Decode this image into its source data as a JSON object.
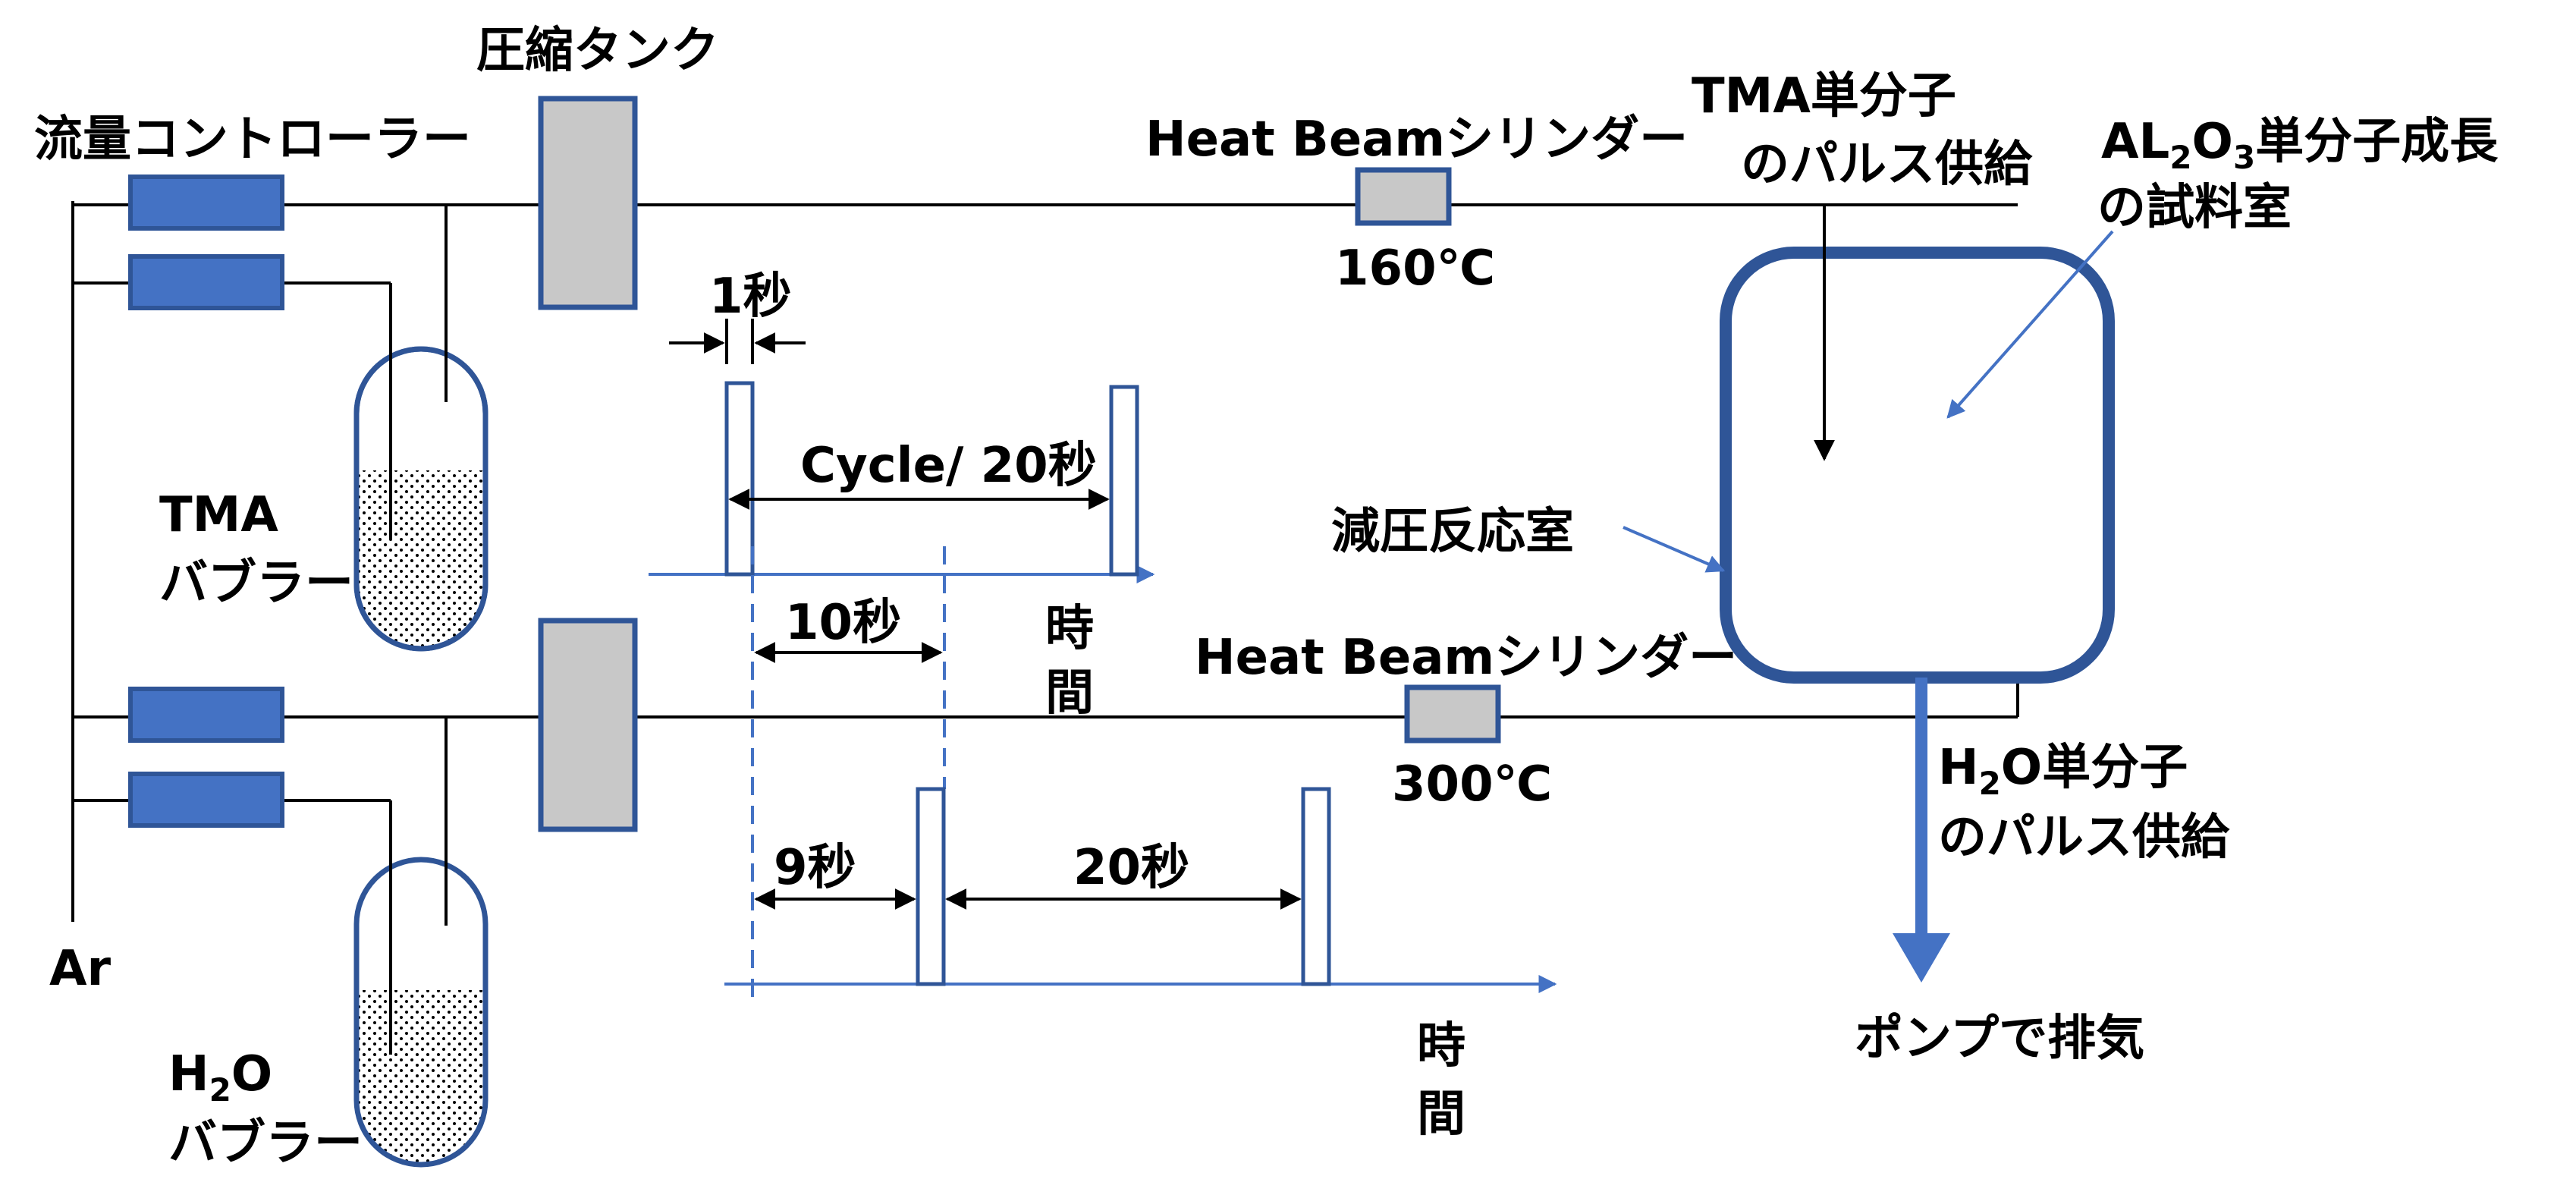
{
  "labels": {
    "flow_controller": "流量コントローラー",
    "compress_tank": "圧縮タンク",
    "heat_beam_top": "Heat Beamシリンダー",
    "heat_beam_bottom": "Heat Beamシリンダー",
    "temp_top": "160℃",
    "temp_bottom": "300℃",
    "tma_pulse_1": "TMA単分子",
    "tma_pulse_2": "のパルス供給",
    "al2o3_a": "AL",
    "al2o3_sub1": "2",
    "al2o3_b": "O",
    "al2o3_sub2": "3",
    "al2o3_c": "単分子成長",
    "al2o3_2": "の試料室",
    "reduced_chamber": "減圧反応室",
    "h2o_pulse_a": "H",
    "h2o_pulse_sub": "2",
    "h2o_pulse_b": "O単分子",
    "h2o_pulse_2": "のパルス供給",
    "pump": "ポンプで排気",
    "tma_bubbler_1": "TMA",
    "tma_bubbler_2": "バブラー",
    "h2o_bubbler_a": "H",
    "h2o_bubbler_sub": "2",
    "h2o_bubbler_b": "O",
    "h2o_bubbler_2": "バブラー",
    "ar": "Ar",
    "one_sec": "1秒",
    "cycle": "Cycle/ 20秒",
    "ten_sec": "10秒",
    "nine_sec": "9秒",
    "twenty_sec": "20秒",
    "time_top_1": "時",
    "time_top_2": "間",
    "time_bottom_1": "時",
    "time_bottom_2": "間"
  },
  "colors": {
    "controller_fill": "#4472c4",
    "controller_stroke": "#2f5597",
    "tank_fill": "#c8c8c8",
    "tank_stroke": "#2f5597",
    "chamber_stroke": "#2f5597",
    "arrow_blue": "#4472c4",
    "line_black": "#000000"
  }
}
